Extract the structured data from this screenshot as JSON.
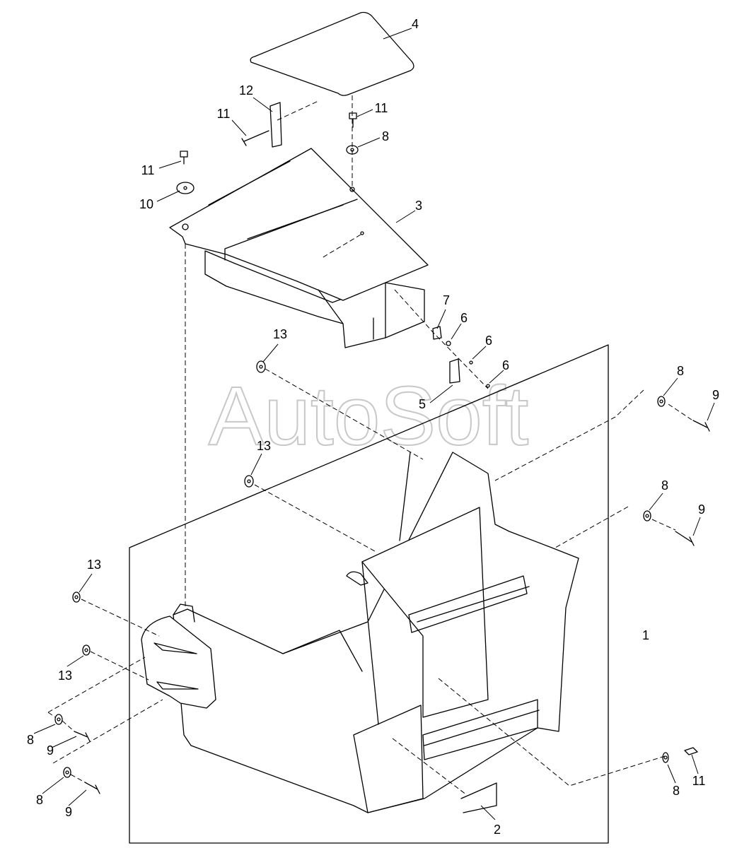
{
  "watermark": "AutoSoft",
  "callouts": [
    {
      "id": "c1",
      "label": "1"
    },
    {
      "id": "c2",
      "label": "2"
    },
    {
      "id": "c3",
      "label": "3"
    },
    {
      "id": "c4",
      "label": "4"
    },
    {
      "id": "c5",
      "label": "5"
    },
    {
      "id": "c6a",
      "label": "6"
    },
    {
      "id": "c6b",
      "label": "6"
    },
    {
      "id": "c6c",
      "label": "6"
    },
    {
      "id": "c7",
      "label": "7"
    },
    {
      "id": "c8a",
      "label": "8"
    },
    {
      "id": "c8b",
      "label": "8"
    },
    {
      "id": "c8c",
      "label": "8"
    },
    {
      "id": "c8d",
      "label": "8"
    },
    {
      "id": "c8e",
      "label": "8"
    },
    {
      "id": "c8f",
      "label": "8"
    },
    {
      "id": "c9a",
      "label": "9"
    },
    {
      "id": "c9b",
      "label": "9"
    },
    {
      "id": "c9c",
      "label": "9"
    },
    {
      "id": "c9d",
      "label": "9"
    },
    {
      "id": "c10",
      "label": "10"
    },
    {
      "id": "c11a",
      "label": "11"
    },
    {
      "id": "c11b",
      "label": "11"
    },
    {
      "id": "c11c",
      "label": "11"
    },
    {
      "id": "c11d",
      "label": "11"
    },
    {
      "id": "c12",
      "label": "12"
    },
    {
      "id": "c13a",
      "label": "13"
    },
    {
      "id": "c13b",
      "label": "13"
    },
    {
      "id": "c13c",
      "label": "13"
    },
    {
      "id": "c13d",
      "label": "13"
    }
  ]
}
